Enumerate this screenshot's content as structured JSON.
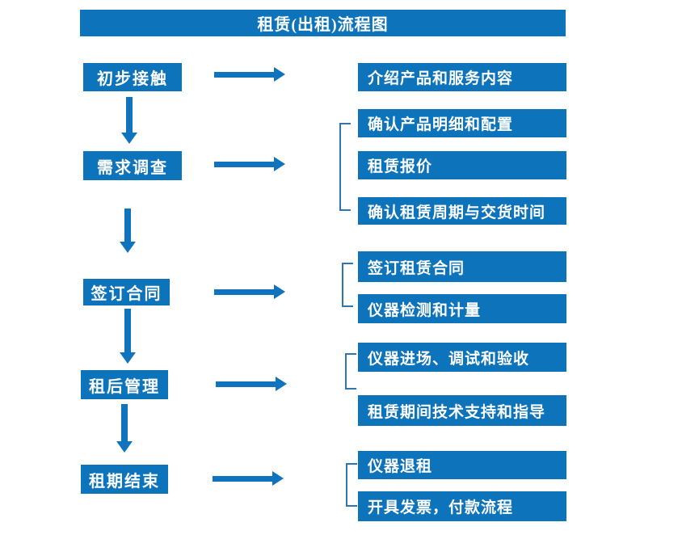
{
  "title": "租赁(出租)流程图",
  "colors": {
    "box_blue": "#0d73ba",
    "arrow_blue": "#0f74bd",
    "bracket_blue": "#2e75b6",
    "text_white": "#ffffff",
    "background": "#ffffff"
  },
  "icons": {
    "right_arrow": "arrow-right-icon",
    "down_arrow": "arrow-down-icon",
    "group_bracket": "bracket-icon"
  },
  "steps": [
    {
      "label": "初步接触",
      "details": [
        "介绍产品和服务内容"
      ]
    },
    {
      "label": "需求调查",
      "details": [
        "确认产品明细和配置",
        "租赁报价",
        "确认租赁周期与交货时间"
      ]
    },
    {
      "label": "签订合同",
      "details": [
        "签订租赁合同",
        "仪器检测和计量"
      ]
    },
    {
      "label": "租后管理",
      "details": [
        "仪器进场、调试和验收",
        "租赁期间技术支持和指导"
      ]
    },
    {
      "label": "租期结束",
      "details": [
        "仪器退租",
        "开具发票，付款流程"
      ]
    }
  ]
}
